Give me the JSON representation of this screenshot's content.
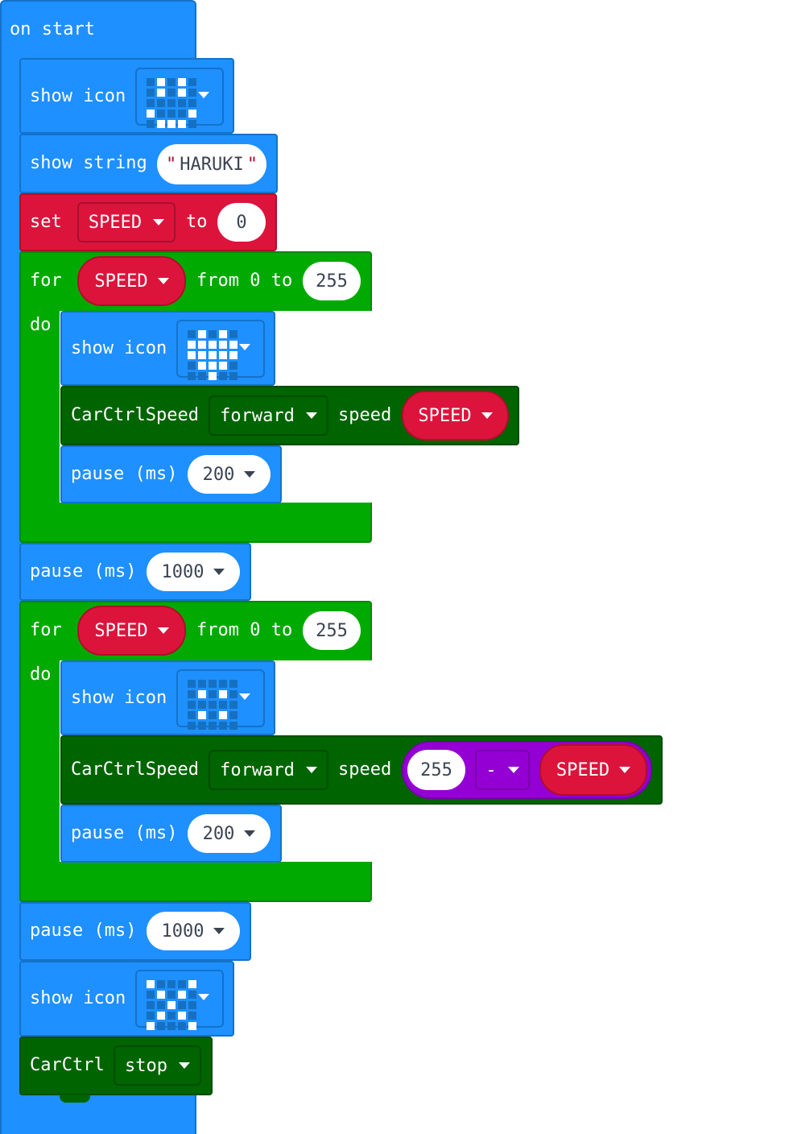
{
  "on_start": {
    "label": "on start"
  },
  "show_icon": {
    "label": "show icon"
  },
  "show_string": {
    "label": "show string",
    "value": "HARUKI"
  },
  "set_block": {
    "set": "set",
    "variable": "SPEED",
    "to": "to",
    "value": "0"
  },
  "loop1": {
    "for": "for",
    "variable": "SPEED",
    "from_to": "from 0 to",
    "end": "255",
    "do": "do",
    "carctrl_label": "CarCtrlSpeed",
    "direction": "forward",
    "speed": "speed",
    "speed_var": "SPEED",
    "pause_label": "pause (ms)",
    "pause_value": "200"
  },
  "pause_mid": {
    "label": "pause (ms)",
    "value": "1000"
  },
  "loop2": {
    "for": "for",
    "variable": "SPEED",
    "from_to": "from 0 to",
    "end": "255",
    "do": "do",
    "carctrl_label": "CarCtrlSpeed",
    "direction": "forward",
    "speed": "speed",
    "left_operand": "255",
    "operator": "-",
    "right_operand": "SPEED",
    "pause_label": "pause (ms)",
    "pause_value": "200"
  },
  "pause_end": {
    "label": "pause (ms)",
    "value": "1000"
  },
  "carctrl_stop": {
    "label": "CarCtrl",
    "action": "stop"
  },
  "icons": {
    "icon1": [
      0,
      1,
      0,
      1,
      0,
      0,
      1,
      0,
      1,
      0,
      0,
      0,
      0,
      0,
      0,
      1,
      0,
      0,
      0,
      1,
      0,
      1,
      1,
      1,
      0
    ],
    "icon2": [
      0,
      1,
      0,
      1,
      0,
      1,
      1,
      1,
      1,
      1,
      1,
      1,
      1,
      1,
      1,
      0,
      1,
      1,
      1,
      0,
      0,
      0,
      1,
      0,
      0
    ],
    "icon3": [
      0,
      0,
      0,
      0,
      0,
      0,
      1,
      0,
      1,
      0,
      0,
      0,
      0,
      0,
      0,
      0,
      1,
      0,
      1,
      0,
      0,
      0,
      0,
      0,
      0
    ],
    "icon4": [
      1,
      0,
      0,
      0,
      1,
      0,
      1,
      0,
      1,
      0,
      0,
      0,
      1,
      0,
      0,
      0,
      1,
      0,
      1,
      0,
      1,
      0,
      0,
      0,
      1
    ]
  },
  "colors": {
    "basic": "#1e90ff",
    "variables": "#dc143c",
    "loops": "#00aa00",
    "carctrl": "#006400",
    "math": "#9400d3"
  }
}
